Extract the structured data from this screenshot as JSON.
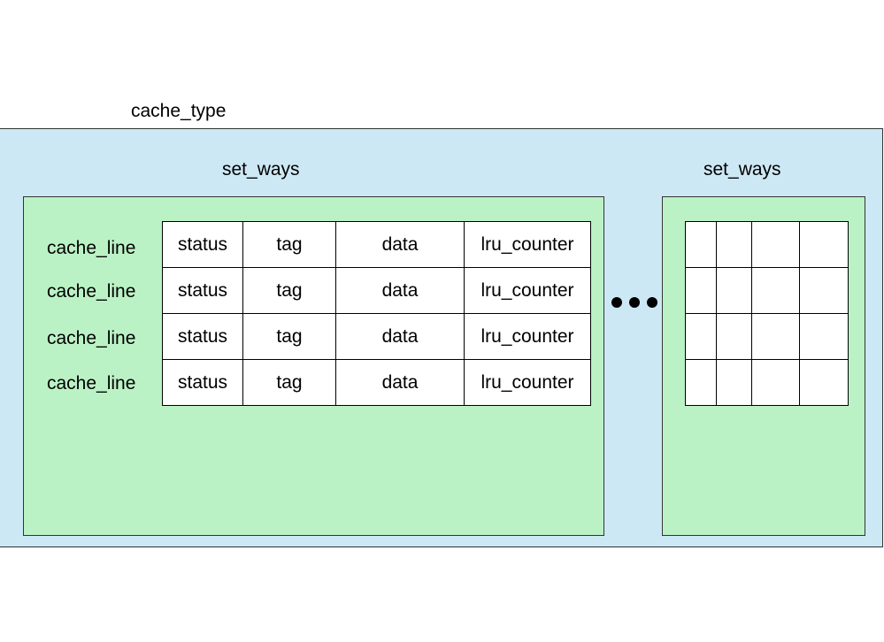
{
  "diagram": {
    "cache_type_label": "cache_type",
    "sets": [
      {
        "label": "set_ways",
        "rows": [
          {
            "label": "cache_line",
            "cells": [
              "status",
              "tag",
              "data",
              "lru_counter"
            ]
          },
          {
            "label": "cache_line",
            "cells": [
              "status",
              "tag",
              "data",
              "lru_counter"
            ]
          },
          {
            "label": "cache_line",
            "cells": [
              "status",
              "tag",
              "data",
              "lru_counter"
            ]
          },
          {
            "label": "cache_line",
            "cells": [
              "status",
              "tag",
              "data",
              "lru_counter"
            ]
          }
        ]
      },
      {
        "label": "set_ways",
        "rows": [
          {
            "cells": [
              "",
              "",
              "",
              ""
            ]
          },
          {
            "cells": [
              "",
              "",
              "",
              ""
            ]
          },
          {
            "cells": [
              "",
              "",
              "",
              ""
            ]
          },
          {
            "cells": [
              "",
              "",
              "",
              ""
            ]
          }
        ]
      }
    ],
    "colors": {
      "cache_type_fill": "#cde8f5",
      "set_ways_fill": "#bbf2c5",
      "cell_fill": "#ffffff",
      "border": "#000000"
    }
  }
}
